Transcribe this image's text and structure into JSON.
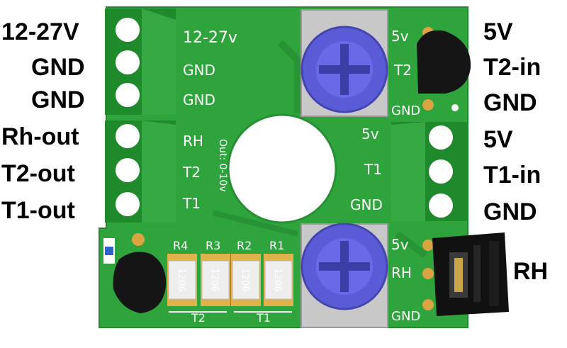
{
  "external_labels": {
    "left": [
      "12-27V",
      "GND",
      "GND",
      "Rh-out",
      "T2-out",
      "T1-out"
    ],
    "right": [
      "5V",
      "T2-in",
      "GND",
      "5V",
      "T1-in",
      "GND",
      "RH"
    ]
  },
  "silkscreen": {
    "left_terminal": [
      "12-27v",
      "GND",
      "GND",
      "RH",
      "T2",
      "T1"
    ],
    "out_note": "Out: 0-10v",
    "t2_header": [
      "5v",
      "T2",
      "GND"
    ],
    "t1_terminal": [
      "5v",
      "T1",
      "GND"
    ],
    "rh_header": [
      "5v",
      "RH",
      "GND"
    ],
    "resistors": [
      "R4",
      "R3",
      "R2",
      "R1"
    ],
    "resistor_code": "1206",
    "channel_labels": [
      "T2",
      "T1"
    ]
  },
  "colors": {
    "pcb": "#2fa43c",
    "pcb_trace": "#279334",
    "terminal": "#1f8a2c",
    "potentiometer": "#5b5bd8",
    "transistor": "#151515"
  }
}
